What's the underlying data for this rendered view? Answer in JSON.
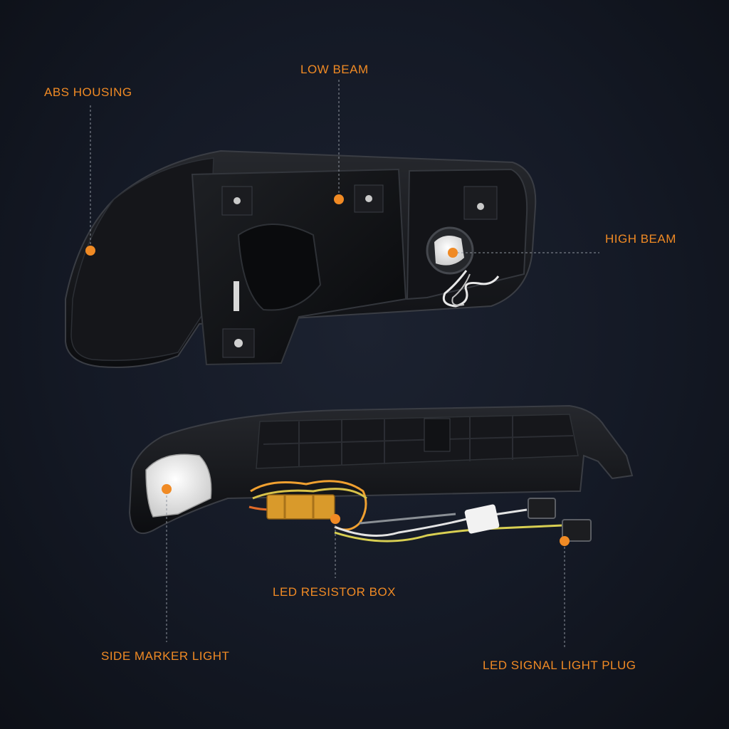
{
  "labels": {
    "abs_housing": "ABS HOUSING",
    "low_beam": "LOW BEAM",
    "high_beam": "HIGH BEAM",
    "led_resistor_box": "LED RESISTOR BOX",
    "side_marker_light": "SIDE MARKER LIGHT",
    "led_signal_light_plug": "LED SIGNAL LIGHT PLUG"
  },
  "colors": {
    "accent": "#f08a24",
    "background": "#141925",
    "housing": "#101114"
  }
}
